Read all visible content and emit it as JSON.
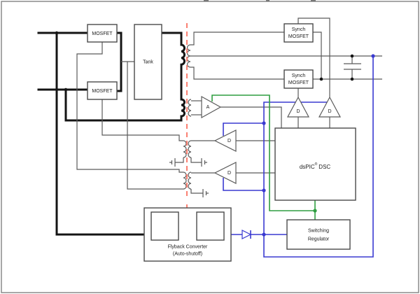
{
  "blocks": {
    "mosfet_top": {
      "label": "MOSFET"
    },
    "mosfet_bottom": {
      "label": "MOSFET"
    },
    "tank": {
      "label": "Tank"
    },
    "synch_mosfet_top": {
      "line1": "Synch",
      "line2": "MOSFET"
    },
    "synch_mosfet_bottom": {
      "line1": "Synch",
      "line2": "MOSFET"
    },
    "dspic": {
      "name": "dsPIC",
      "reg": "®",
      "suffix": "DSC"
    },
    "switching_regulator": {
      "line1": "Switching",
      "line2": "Regulator"
    },
    "flyback_converter": {
      "line1": "Flyback Converter",
      "line2": "(Auto-shutoff)"
    }
  },
  "amplifiers": {
    "sense_amp_label": "A",
    "driver_label": "D"
  },
  "colors": {
    "power_black": "#141414",
    "wire_gray": "#5a5a5a",
    "signal_blue": "#3a3ad1",
    "feedback_green": "#2f9e41",
    "isolation_red": "#fa8072",
    "box_border": "#4a4a4a"
  }
}
